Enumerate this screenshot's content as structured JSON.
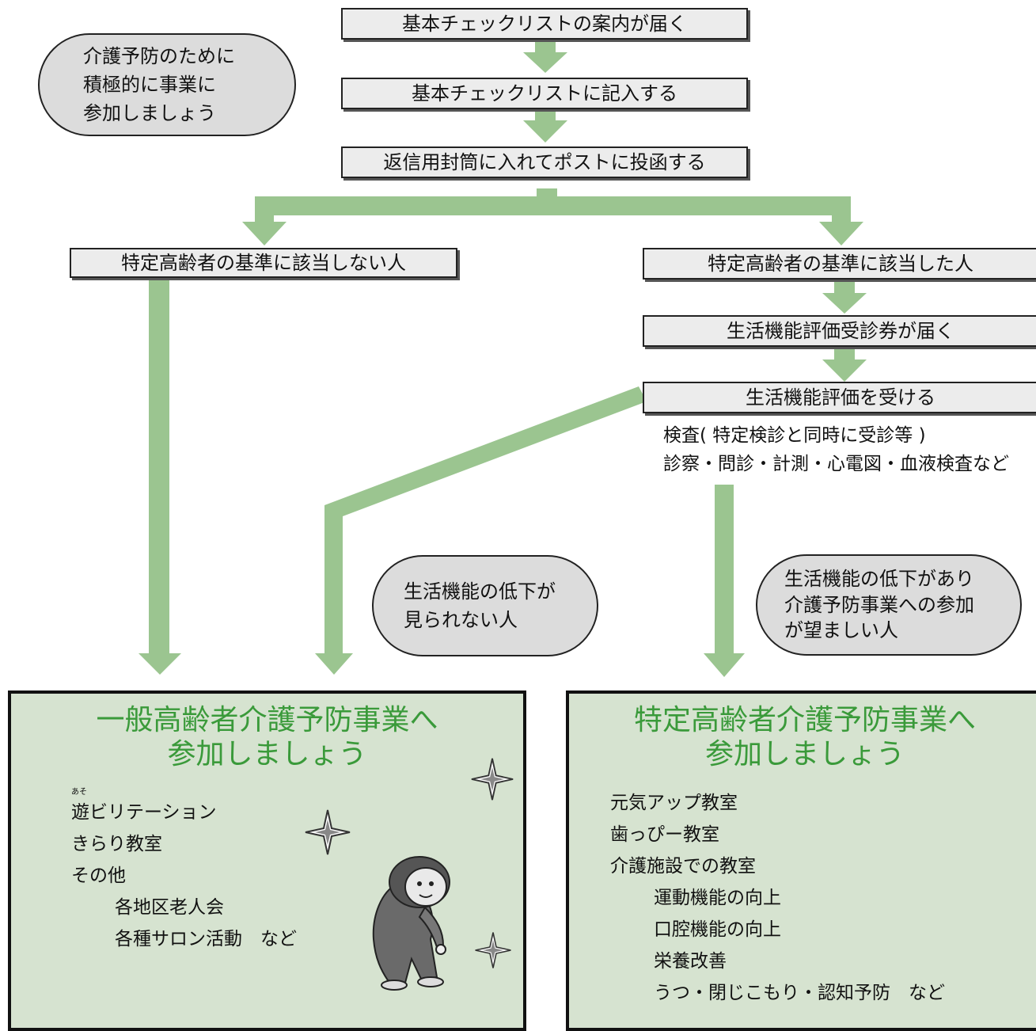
{
  "colors": {
    "arrow": "#9bc590",
    "box_fill": "#ececec",
    "panel_fill": "#d6e3d0",
    "panel_title": "#3a9a3a",
    "bubble_fill": "#dcdcdc"
  },
  "flow": {
    "step1": "基本チェックリストの案内が届く",
    "step2": "基本チェックリストに記入する",
    "step3": "返信用封筒に入れてポストに投函する",
    "left_branch": "特定高齢者の基準に該当しない人",
    "right_branch": "特定高齢者の基準に該当した人",
    "right_step1": "生活機能評価受診券が届く",
    "right_step2": "生活機能評価を受ける"
  },
  "exam_note": [
    "検査( 特定検診と同時に受診等 )",
    "診察・問診・計測・心電図・血液検査など"
  ],
  "bubbles": {
    "top_left": [
      "介護予防のために",
      "積極的に事業に",
      "参加しましょう"
    ],
    "no_decline": [
      "生活機能の低下が",
      "見られない人"
    ],
    "decline": [
      "生活機能の低下があり",
      "介護予防事業への参加",
      "が望ましい人"
    ]
  },
  "general_panel": {
    "title": [
      "一般高齢者介護予防事業へ",
      "参加しましょう"
    ],
    "ruby": "あそ",
    "items": [
      "遊ビリテーション",
      "きらり教室",
      "その他"
    ],
    "sub_items": [
      "各地区老人会",
      "各種サロン活動　など"
    ]
  },
  "specific_panel": {
    "title": [
      "特定高齢者介護予防事業へ",
      "参加しましょう"
    ],
    "items": [
      "元気アップ教室",
      "歯っぴー教室",
      "介護施設での教室"
    ],
    "sub_items": [
      "運動機能の向上",
      "口腔機能の向上",
      "栄養改善",
      "うつ・閉じこもり・認知予防　など"
    ]
  },
  "icons": {
    "sparkle": "sparkle-icon",
    "person": "stretching-elder-icon"
  }
}
